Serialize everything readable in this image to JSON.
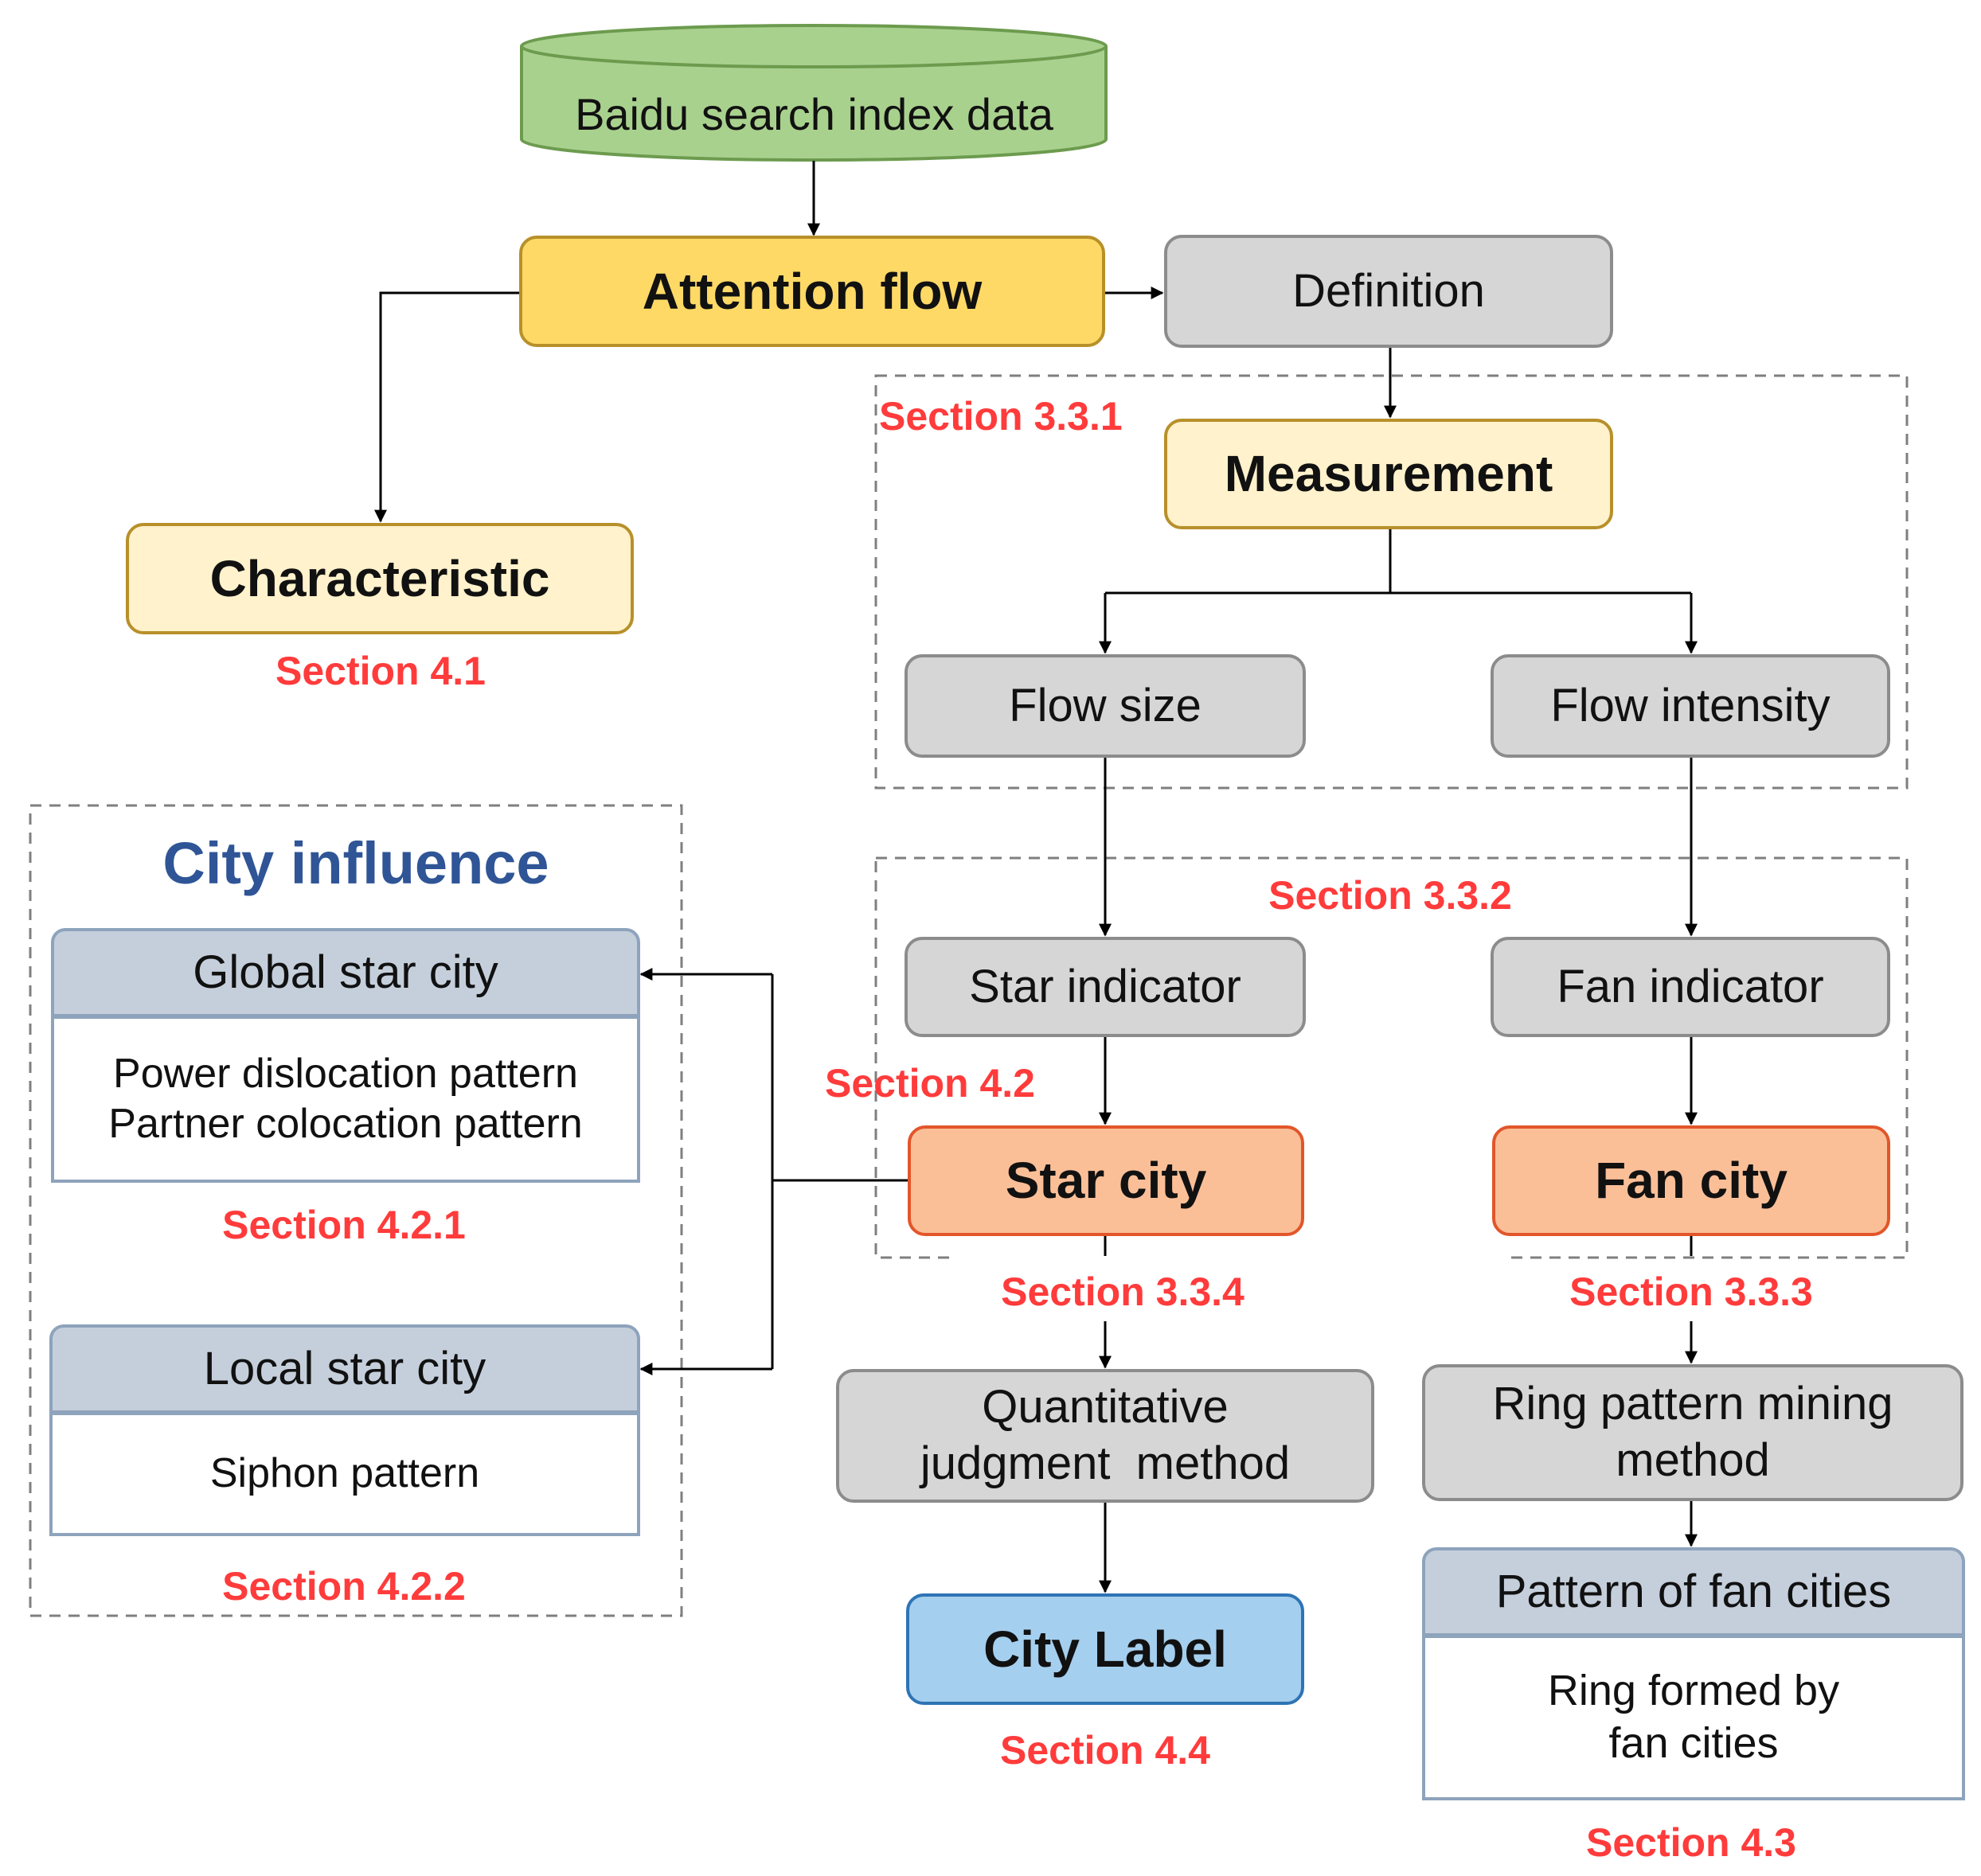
{
  "source": {
    "label": "Baidu search index data"
  },
  "nodes": {
    "attention_flow": "Attention  flow",
    "definition": "Definition",
    "measurement": "Measurement",
    "characteristic": "Characteristic",
    "flow_size": "Flow size",
    "flow_intensity": "Flow intensity",
    "star_indicator": "Star indicator",
    "fan_indicator": "Fan indicator",
    "star_city": "Star city",
    "fan_city": "Fan city",
    "quantitative": {
      "line1": "Quantitative",
      "line2": "judgment  method"
    },
    "ring_mining": {
      "line1": "Ring pattern mining",
      "line2": "method"
    },
    "city_label": "City Label",
    "fan_pattern": {
      "header": "Pattern of fan cities",
      "line1": "Ring formed by",
      "line2": "fan cities"
    }
  },
  "city_influence": {
    "title": "City influence",
    "global": {
      "header": "Global star city",
      "line1": "Power dislocation pattern",
      "line2": "Partner colocation pattern"
    },
    "local": {
      "header": "Local star city",
      "line1": "Siphon pattern"
    }
  },
  "sections": {
    "s331": "Section 3.3.1",
    "s41": "Section 4.1",
    "s332": "Section 3.3.2",
    "s42": "Section 4.2",
    "s421": "Section 4.2.1",
    "s422": "Section 4.2.2",
    "s334": "Section 3.3.4",
    "s333": "Section 3.3.3",
    "s44": "Section 4.4",
    "s43": "Section 4.3"
  },
  "colors": {
    "section_red": "#ff3b3b",
    "title_blue": "#2f5597",
    "cylinder_fill": "#a9d18e",
    "gray_fill": "#d6d6d6",
    "yellow_fill": "#ffd966",
    "cream_fill": "#fff2cc",
    "orange_fill": "#fbbf98",
    "blue_fill": "#a5cfee",
    "slate_fill": "#c5cfdc"
  }
}
